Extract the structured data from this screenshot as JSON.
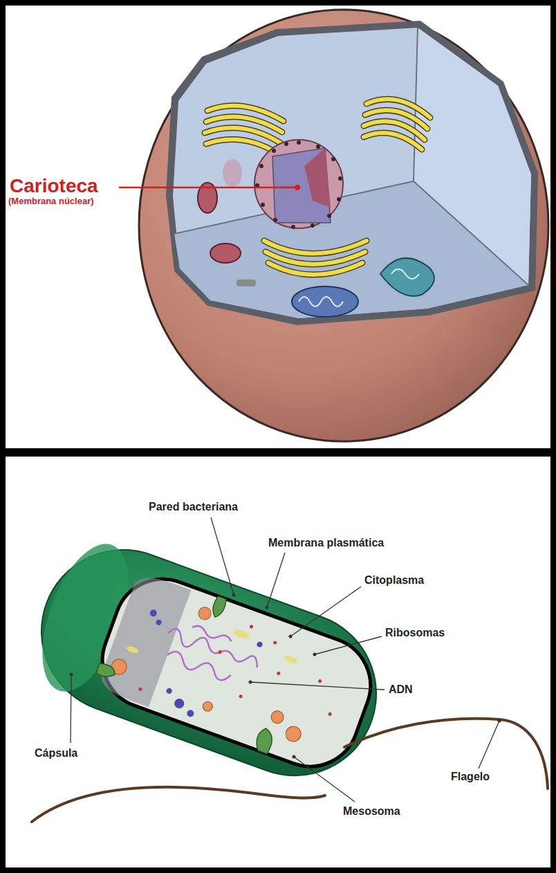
{
  "diagram": {
    "labels": [
      "Carioteca",
      "(Membrana núclear)",
      "Pared bacteriana",
      "Membrana plasmática",
      "Citoplasma",
      "Ribosomas",
      "ADN",
      "Cápsula",
      "Flagelo",
      "Mesosoma"
    ]
  }
}
